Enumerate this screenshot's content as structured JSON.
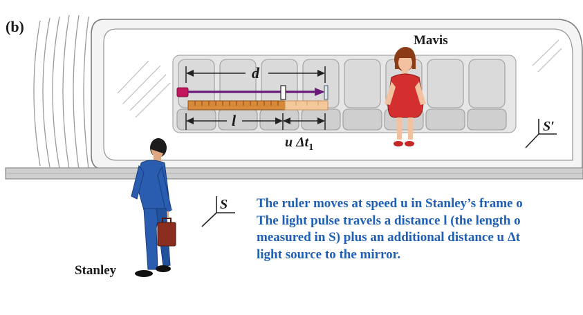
{
  "labels": {
    "panel": "(b)",
    "mavis": "Mavis",
    "stanley": "Stanley",
    "d": "d",
    "l": "l",
    "u_delta_t1": "u Δt",
    "u_delta_t1_sub": "1",
    "frame_s_prime": "S′",
    "frame_s": "S"
  },
  "caption": {
    "lines": [
      "The ruler moves at speed u in Stanley’s frame o",
      "The light pulse travels a distance l (the length o",
      "measured in S) plus an additional distance u Δt",
      "light source to the mirror."
    ]
  },
  "colors": {
    "caption": "#1f5fb5",
    "pulse": "#6a1b7a",
    "source": "#c2185b",
    "ruler": "#d9893a",
    "mavis_dress": "#d32f2f",
    "stanley_suit": "#2a5db0",
    "seat": "#d8d8d8"
  },
  "icons": [
    "light-source-icon",
    "mirror-icon",
    "briefcase-icon",
    "frame-axes-icon"
  ]
}
